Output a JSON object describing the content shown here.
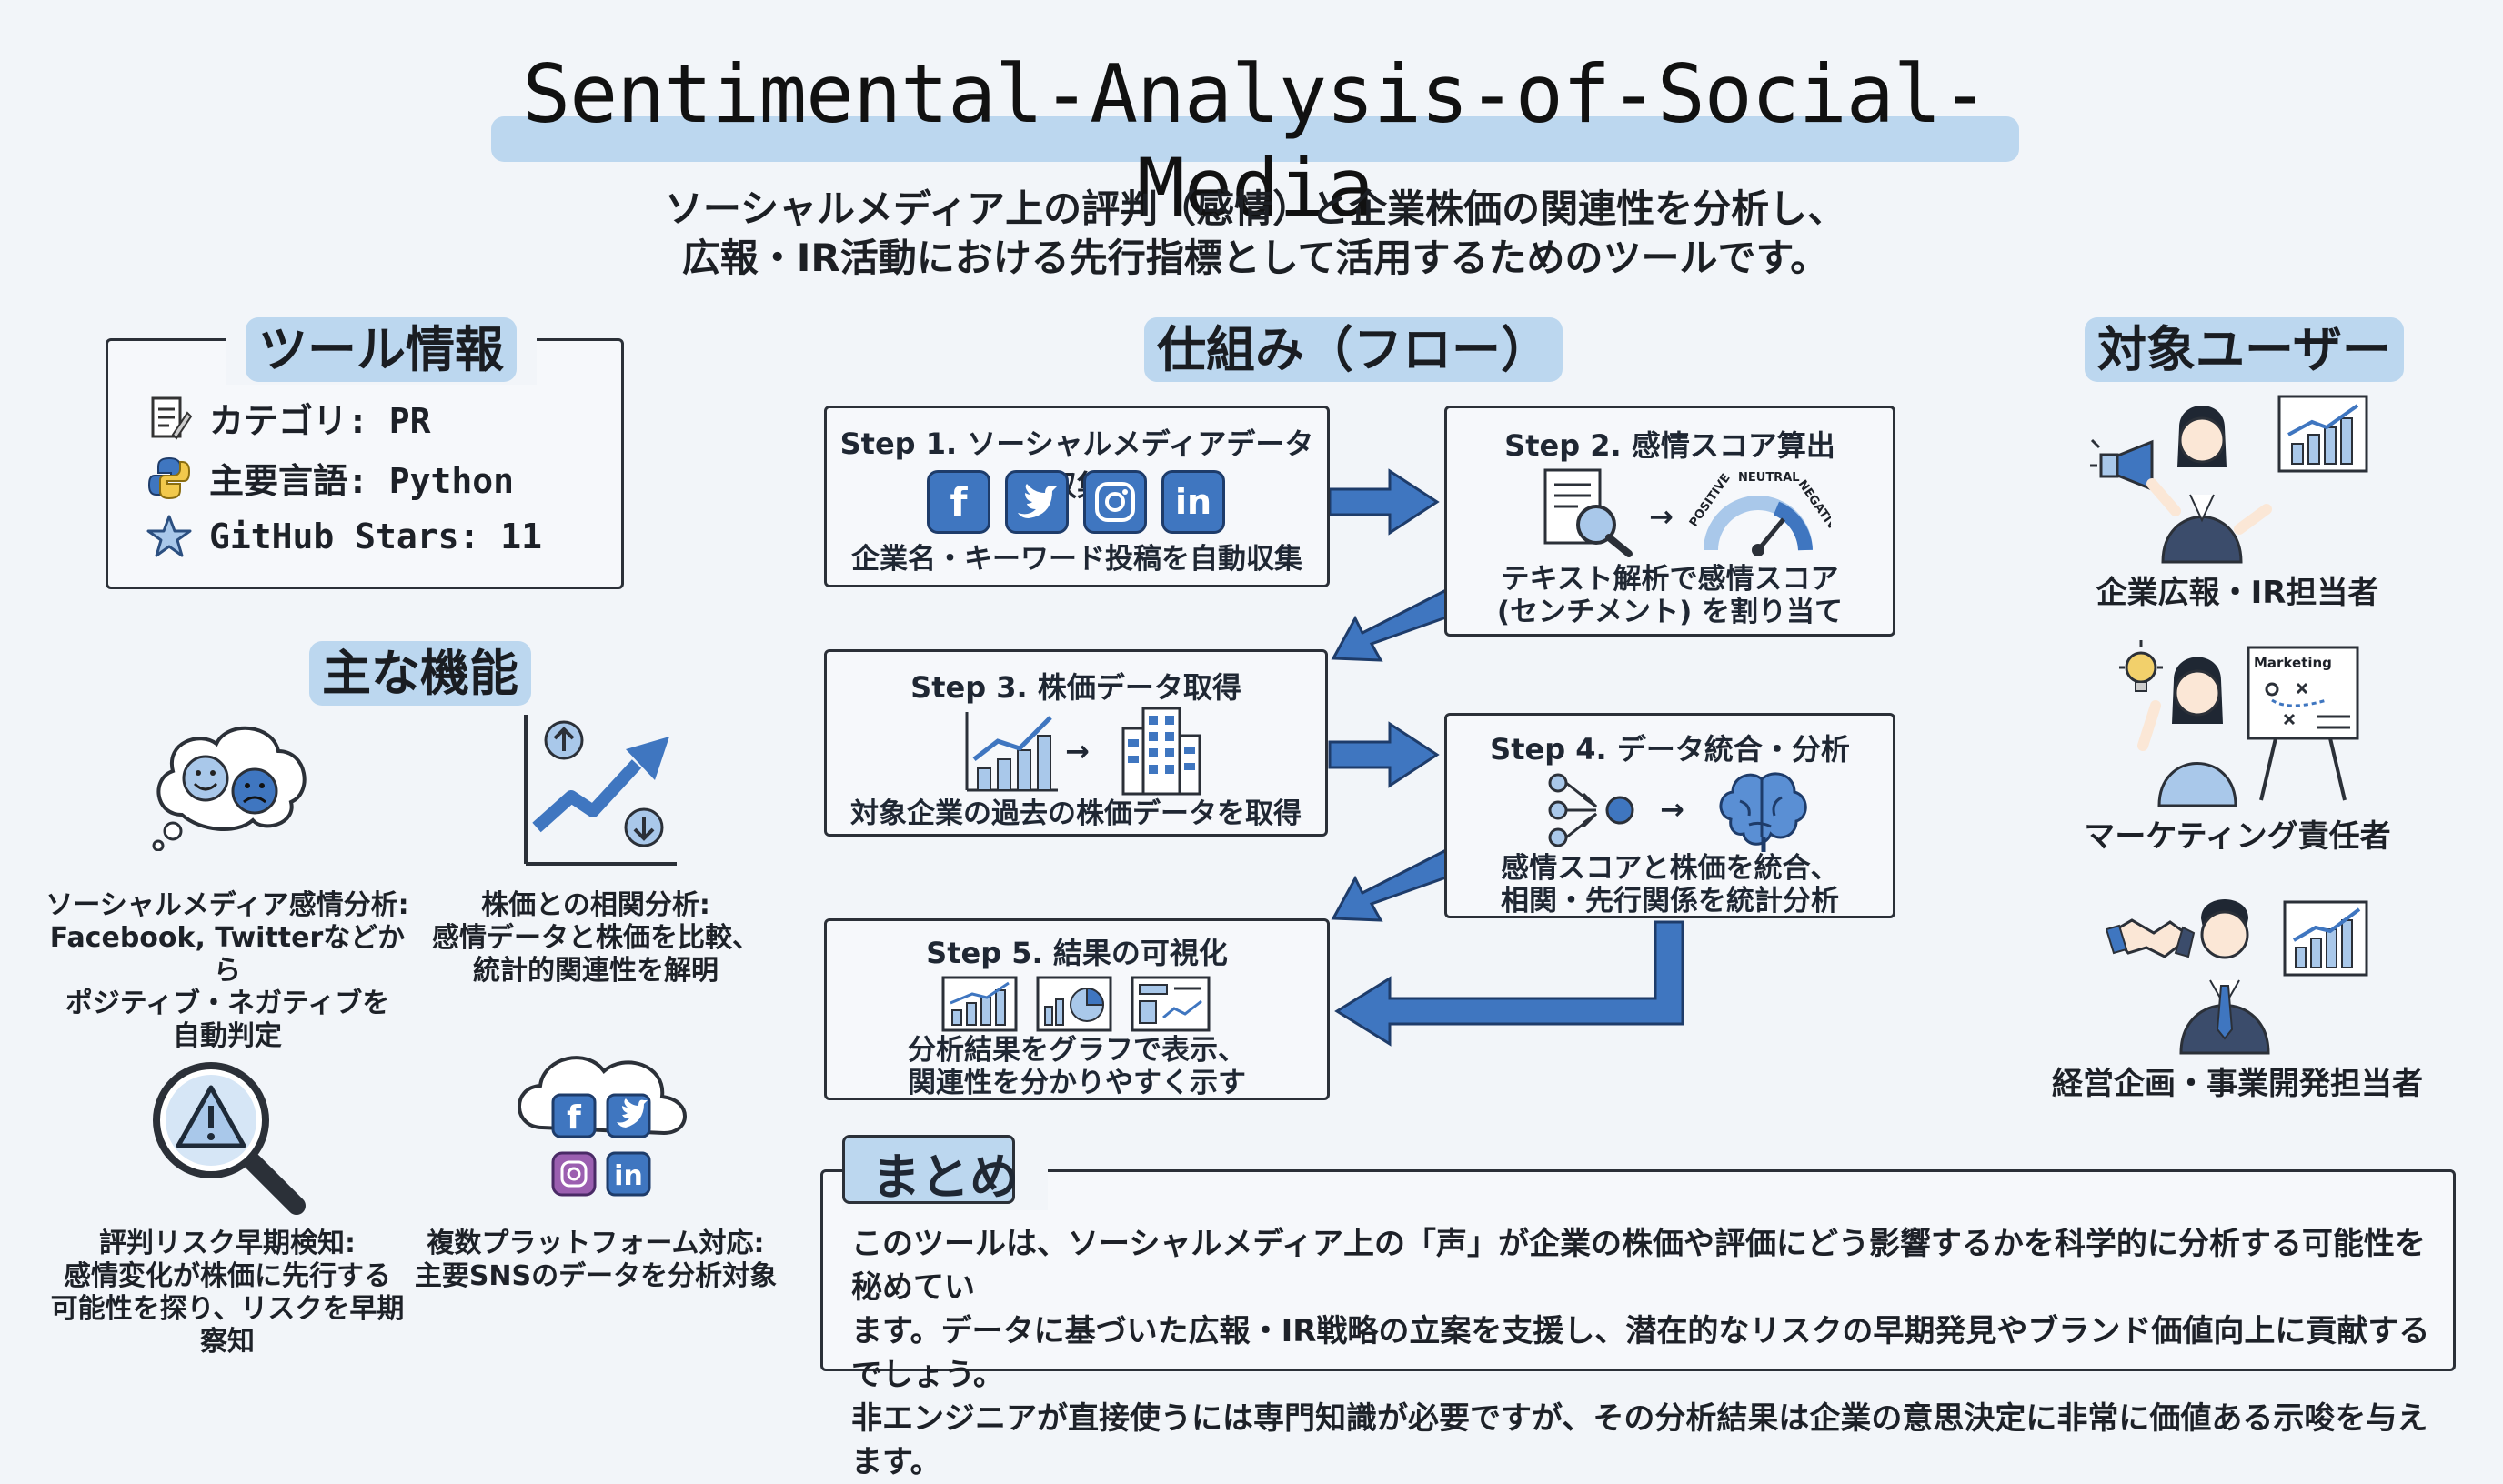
{
  "title": "Sentimental-Analysis-of-Social-Media",
  "subtitle_lines": [
    "ソーシャルメディア上の評判（感情）と企業株価の関連性を分析し、",
    "広報・IR活動における先行指標として活用するためのツールです。"
  ],
  "tool_info": {
    "heading": "ツール情報",
    "category": "カテゴリ: PR",
    "language": "主要言語: Python",
    "stars": "GitHub Stars: 11"
  },
  "features": {
    "heading": "主な機能",
    "items": [
      {
        "lines": [
          "ソーシャルメディア感情分析:",
          "Facebook, Twitterなどから",
          "ポジティブ・ネガティブを",
          "自動判定"
        ]
      },
      {
        "lines": [
          "株価との相関分析:",
          "感情データと株価を比較、",
          "統計的関連性を解明"
        ]
      },
      {
        "lines": [
          "評判リスク早期検知:",
          "感情変化が株価に先行する",
          "可能性を探り、リスクを早期",
          "察知"
        ]
      },
      {
        "lines": [
          "複数プラットフォーム対応:",
          "主要SNSのデータを分析対象"
        ]
      }
    ]
  },
  "flow": {
    "heading": "仕組み（フロー）",
    "steps": [
      {
        "title": "Step 1. ソーシャルメディアデータ収集",
        "desc": [
          "企業名・キーワード投稿を自動収集"
        ]
      },
      {
        "title": "Step 2. 感情スコア算出",
        "desc": [
          "テキスト解析で感情スコア",
          "(センチメント) を割り当て"
        ]
      },
      {
        "title": "Step 3. 株価データ取得",
        "desc": [
          "対象企業の過去の株価データを取得"
        ]
      },
      {
        "title": "Step 4. データ統合・分析",
        "desc": [
          "感情スコアと株価を統合、",
          "相関・先行関係を統計分析"
        ]
      },
      {
        "title": "Step 5. 結果の可視化",
        "desc": [
          "分析結果をグラフで表示、",
          "関連性を分かりやすく示す"
        ]
      }
    ],
    "gauge_labels": [
      "POSITIVE",
      "NEUTRAL",
      "NEGATIVE"
    ],
    "marketing_board": "Marketing"
  },
  "users": {
    "heading": "対象ユーザー",
    "items": [
      "企業広報・IR担当者",
      "マーケティング責任者",
      "経営企画・事業開発担当者"
    ]
  },
  "summary": {
    "heading": "まとめ",
    "lines": [
      "このツールは、ソーシャルメディア上の「声」が企業の株価や評価にどう影響するかを科学的に分析する可能性を秘めてい",
      "ます。データに基づいた広報・IR戦略の立案を支援し、潜在的なリスクの早期発見やブランド価値向上に貢献するでしょう。",
      "非エンジニアが直接使うには専門知識が必要ですが、その分析結果は企業の意思決定に非常に価値ある示唆を与えます。"
    ]
  },
  "colors": {
    "accent": "#3f76c0",
    "highlight": "#bcd7ef",
    "ink": "#2b3038"
  }
}
